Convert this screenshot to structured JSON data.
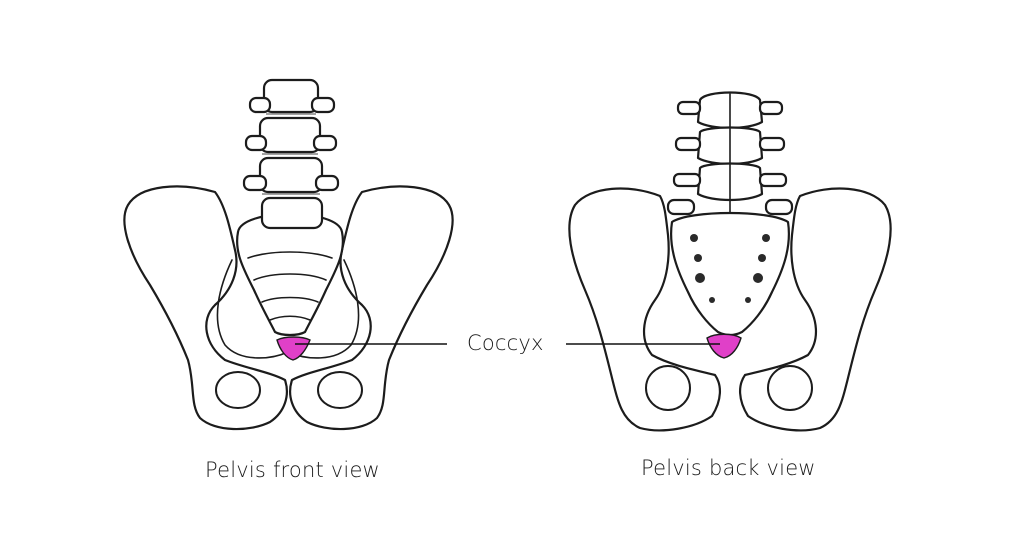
{
  "labels": {
    "coccyx": "Coccyx",
    "front_caption": "Pelvis front view",
    "back_caption": "Pelvis back view"
  },
  "colors": {
    "highlight": "#e040c8",
    "ink": "#1c1c1c",
    "background": "#ffffff"
  }
}
